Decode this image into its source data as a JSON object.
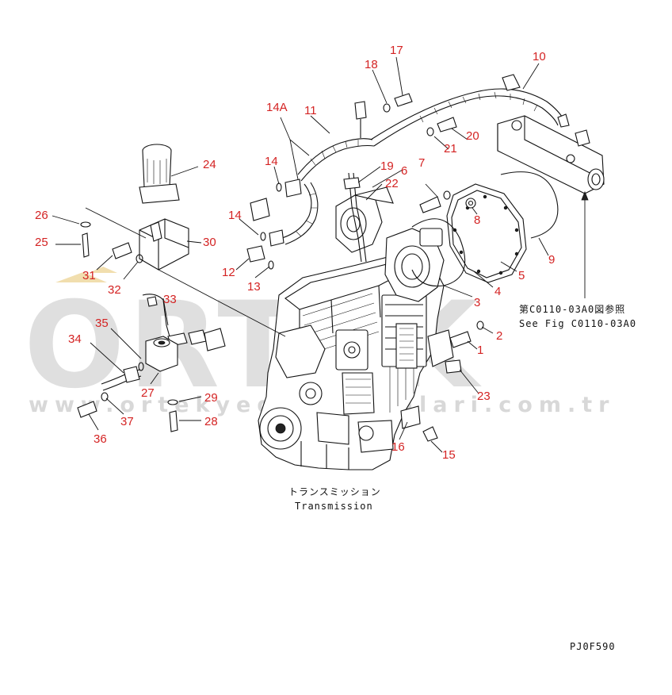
{
  "watermark": {
    "brand": "ORTEK",
    "url": "www.ortekyedekparcalari.com.tr"
  },
  "diagram": {
    "component_ja": "トランスミッション",
    "component_en": "Transmission",
    "reference_ja": "第C0110-03A0図参照",
    "reference_en": "See Fig C0110-03A0",
    "figure_code": "PJ0F590"
  },
  "callouts": [
    {
      "id": "c1",
      "label": "1"
    },
    {
      "id": "c2",
      "label": "2"
    },
    {
      "id": "c3",
      "label": "3"
    },
    {
      "id": "c4",
      "label": "4"
    },
    {
      "id": "c5",
      "label": "5"
    },
    {
      "id": "c6",
      "label": "6"
    },
    {
      "id": "c7",
      "label": "7"
    },
    {
      "id": "c8",
      "label": "8"
    },
    {
      "id": "c9",
      "label": "9"
    },
    {
      "id": "c10",
      "label": "10"
    },
    {
      "id": "c11",
      "label": "11"
    },
    {
      "id": "c12",
      "label": "12"
    },
    {
      "id": "c13",
      "label": "13"
    },
    {
      "id": "c14a",
      "label": "14"
    },
    {
      "id": "c14b",
      "label": "14"
    },
    {
      "id": "c14A",
      "label": "14A"
    },
    {
      "id": "c15",
      "label": "15"
    },
    {
      "id": "c16",
      "label": "16"
    },
    {
      "id": "c17",
      "label": "17"
    },
    {
      "id": "c18",
      "label": "18"
    },
    {
      "id": "c19",
      "label": "19"
    },
    {
      "id": "c20",
      "label": "20"
    },
    {
      "id": "c21",
      "label": "21"
    },
    {
      "id": "c22",
      "label": "22"
    },
    {
      "id": "c23",
      "label": "23"
    },
    {
      "id": "c24",
      "label": "24"
    },
    {
      "id": "c25",
      "label": "25"
    },
    {
      "id": "c26",
      "label": "26"
    },
    {
      "id": "c27",
      "label": "27"
    },
    {
      "id": "c28",
      "label": "28"
    },
    {
      "id": "c29",
      "label": "29"
    },
    {
      "id": "c30",
      "label": "30"
    },
    {
      "id": "c31",
      "label": "31"
    },
    {
      "id": "c32",
      "label": "32"
    },
    {
      "id": "c33",
      "label": "33"
    },
    {
      "id": "c34",
      "label": "34"
    },
    {
      "id": "c35",
      "label": "35"
    },
    {
      "id": "c36",
      "label": "36"
    },
    {
      "id": "c37",
      "label": "37"
    }
  ],
  "colors": {
    "callout": "#d42323",
    "linework": "#111111",
    "watermark": "#b9b9b9",
    "watermark_accent": "#e8c878"
  }
}
